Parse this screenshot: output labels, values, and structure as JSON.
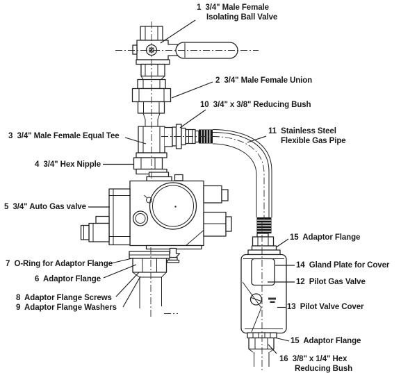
{
  "diagram": {
    "kind": "technical parts diagram",
    "colors": {
      "line_color": "#222222",
      "background": "#ffffff",
      "corrugation_color": "#111111",
      "text_color": "#1a1a1a"
    }
  },
  "labels": {
    "p1a": "1  3/4\" Male Female",
    "p1b": "Isolating Ball Valve",
    "p2": "2  3/4\" Male Female Union",
    "p10": "10  3/4\" x 3/8\" Reducing Bush",
    "p11a": "11  Stainless Steel",
    "p11b": "Flexible Gas Pipe",
    "p3": "3  3/4\" Male Female Equal Tee",
    "p4": "4  3/4\" Hex Nipple",
    "p5": "5  3/4\" Auto Gas valve",
    "p7": "7  O-Ring for Adaptor Flange",
    "p6": "6  Adaptor Flange",
    "p8": "8  Adaptor Flange Screws",
    "p9": "9  Adaptor Flange Washers",
    "p15a": "15  Adaptor Flange",
    "p14": "14  Gland Plate for Cover",
    "p12": "12  Pilot Gas Valve",
    "p13": "13  Pilot Valve Cover",
    "p15b": "15  Adaptor Flange",
    "p16a": "16  3/8\" x 1/4\" Hex",
    "p16b": "Reducing Bush"
  }
}
